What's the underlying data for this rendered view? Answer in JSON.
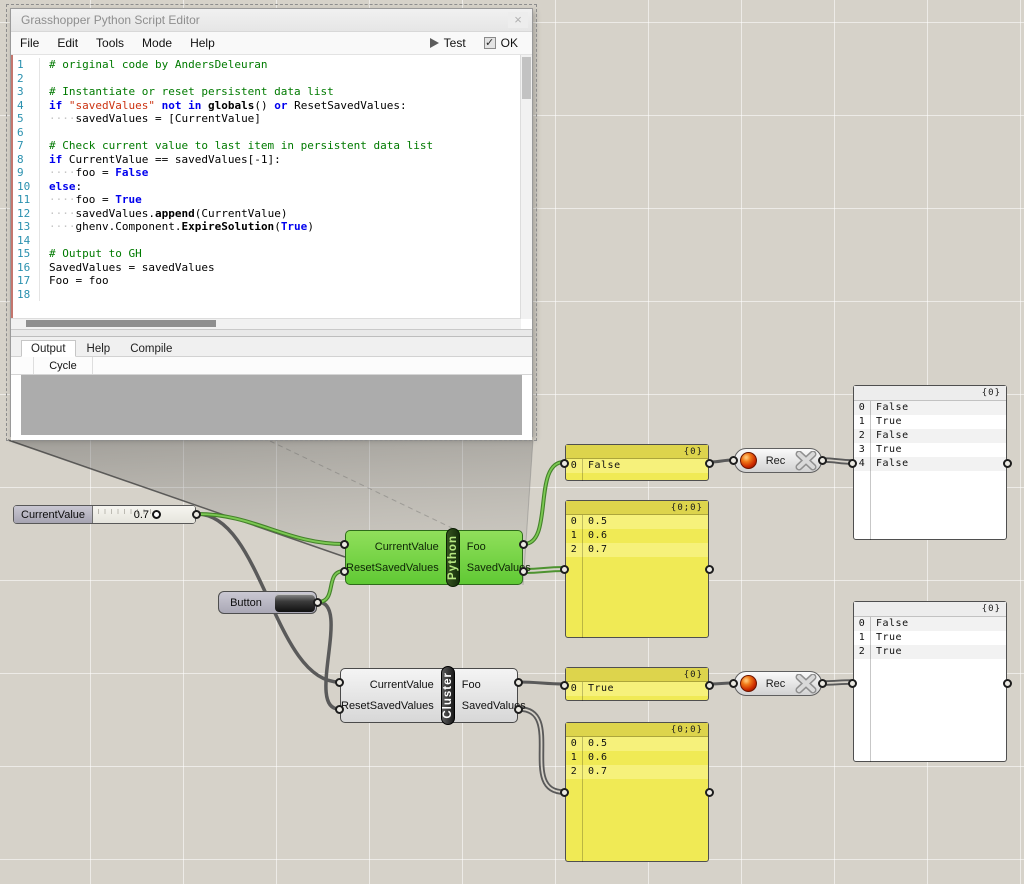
{
  "colors": {
    "canvas_bg": "#d6d2c9",
    "selected_wire_green": "#55a636",
    "component_green": "#79d24a",
    "panel_yellow": "#f0ea55",
    "wire_gray": "#5a5a5a",
    "recorder_red": "#cc2a00"
  },
  "editor": {
    "title": "Grasshopper Python Script Editor",
    "close_label": "×",
    "menu": [
      "File",
      "Edit",
      "Tools",
      "Mode",
      "Help"
    ],
    "test_label": "Test",
    "ok_label": "OK",
    "ok_check": "✓",
    "tabs": [
      "Output",
      "Help",
      "Compile"
    ],
    "cycle_column": "Cycle",
    "code": [
      {
        "no": "1",
        "tokens": [
          {
            "c": "com",
            "t": "# original code by AndersDeleuran"
          }
        ]
      },
      {
        "no": "2",
        "tokens": []
      },
      {
        "no": "3",
        "tokens": [
          {
            "c": "com",
            "t": "# Instantiate or reset persistent data list"
          }
        ]
      },
      {
        "no": "4",
        "tokens": [
          {
            "c": "kw",
            "t": "if"
          },
          {
            "c": "pl",
            "t": " "
          },
          {
            "c": "str",
            "t": "\"savedValues\""
          },
          {
            "c": "pl",
            "t": " "
          },
          {
            "c": "kw",
            "t": "not"
          },
          {
            "c": "pl",
            "t": " "
          },
          {
            "c": "kw",
            "t": "in"
          },
          {
            "c": "pl",
            "t": " "
          },
          {
            "c": "fn",
            "t": "globals"
          },
          {
            "c": "pl",
            "t": "() "
          },
          {
            "c": "kw",
            "t": "or"
          },
          {
            "c": "pl",
            "t": " ResetSavedValues:"
          }
        ]
      },
      {
        "no": "5",
        "tokens": [
          {
            "c": "ws",
            "t": "····"
          },
          {
            "c": "pl",
            "t": "savedValues = [CurrentValue]"
          }
        ]
      },
      {
        "no": "6",
        "tokens": []
      },
      {
        "no": "7",
        "tokens": [
          {
            "c": "com",
            "t": "# Check current value to last item in persistent data list"
          }
        ]
      },
      {
        "no": "8",
        "tokens": [
          {
            "c": "kw",
            "t": "if"
          },
          {
            "c": "pl",
            "t": " CurrentValue == savedValues[-1]:"
          }
        ]
      },
      {
        "no": "9",
        "tokens": [
          {
            "c": "ws",
            "t": "····"
          },
          {
            "c": "pl",
            "t": "foo = "
          },
          {
            "c": "kw",
            "t": "False"
          }
        ]
      },
      {
        "no": "10",
        "tokens": [
          {
            "c": "kw",
            "t": "else"
          },
          {
            "c": "pl",
            "t": ":"
          }
        ]
      },
      {
        "no": "11",
        "tokens": [
          {
            "c": "ws",
            "t": "····"
          },
          {
            "c": "pl",
            "t": "foo = "
          },
          {
            "c": "kw",
            "t": "True"
          }
        ]
      },
      {
        "no": "12",
        "tokens": [
          {
            "c": "ws",
            "t": "····"
          },
          {
            "c": "pl",
            "t": "savedValues."
          },
          {
            "c": "fn",
            "t": "append"
          },
          {
            "c": "pl",
            "t": "(CurrentValue)"
          }
        ]
      },
      {
        "no": "13",
        "tokens": [
          {
            "c": "ws",
            "t": "····"
          },
          {
            "c": "pl",
            "t": "ghenv.Component."
          },
          {
            "c": "fn",
            "t": "ExpireSolution"
          },
          {
            "c": "pl",
            "t": "("
          },
          {
            "c": "kw",
            "t": "True"
          },
          {
            "c": "pl",
            "t": ")"
          }
        ]
      },
      {
        "no": "14",
        "tokens": []
      },
      {
        "no": "15",
        "tokens": [
          {
            "c": "com",
            "t": "# Output to GH"
          }
        ]
      },
      {
        "no": "16",
        "tokens": [
          {
            "c": "pl",
            "t": "SavedValues = savedValues"
          }
        ]
      },
      {
        "no": "17",
        "tokens": [
          {
            "c": "pl",
            "t": "Foo = foo"
          }
        ]
      },
      {
        "no": "18",
        "tokens": []
      }
    ]
  },
  "canvas": {
    "slider": {
      "label": "CurrentValue",
      "value": "0.7"
    },
    "button": {
      "label": "Button"
    },
    "python": {
      "tag": "Python",
      "inputs": [
        "CurrentValue",
        "ResetSavedValues"
      ],
      "outputs": [
        "Foo",
        "SavedValues"
      ]
    },
    "cluster": {
      "tag": "Cluster",
      "inputs": [
        "CurrentValue",
        "ResetSavedValues"
      ],
      "outputs": [
        "Foo",
        "SavedValues"
      ]
    },
    "recorder1": {
      "label": "Rec"
    },
    "recorder2": {
      "label": "Rec"
    },
    "panels": {
      "foo_py": {
        "path": "{0}",
        "rows": [
          [
            "0",
            "False"
          ]
        ]
      },
      "saved_py": {
        "path": "{0;0}",
        "rows": [
          [
            "0",
            "0.5"
          ],
          [
            "1",
            "0.6"
          ],
          [
            "2",
            "0.7"
          ]
        ]
      },
      "rec_py": {
        "path": "{0}",
        "rows": [
          [
            "0",
            "False"
          ],
          [
            "1",
            "True"
          ],
          [
            "2",
            "False"
          ],
          [
            "3",
            "True"
          ],
          [
            "4",
            "False"
          ]
        ]
      },
      "foo_cl": {
        "path": "{0}",
        "rows": [
          [
            "0",
            "True"
          ]
        ]
      },
      "saved_cl": {
        "path": "{0;0}",
        "rows": [
          [
            "0",
            "0.5"
          ],
          [
            "1",
            "0.6"
          ],
          [
            "2",
            "0.7"
          ]
        ]
      },
      "rec_cl": {
        "path": "{0}",
        "rows": [
          [
            "0",
            "False"
          ],
          [
            "1",
            "True"
          ],
          [
            "2",
            "True"
          ]
        ]
      }
    }
  }
}
